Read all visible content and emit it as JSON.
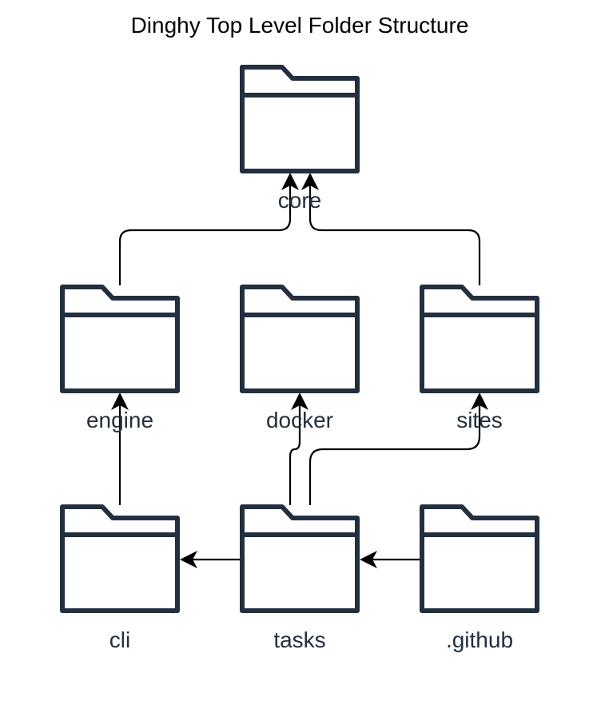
{
  "title": "Dinghy Top Level Folder Structure",
  "colors": {
    "folder_stroke": "#232f3e",
    "label": "#232f3e",
    "edge": "#000000",
    "background": "#ffffff"
  },
  "nodes": [
    {
      "id": "core",
      "label": "core",
      "icon": "folder-icon",
      "row": 0,
      "col": 1
    },
    {
      "id": "engine",
      "label": "engine",
      "icon": "folder-icon",
      "row": 1,
      "col": 0
    },
    {
      "id": "docker",
      "label": "docker",
      "icon": "folder-icon",
      "row": 1,
      "col": 1
    },
    {
      "id": "sites",
      "label": "sites",
      "icon": "folder-icon",
      "row": 1,
      "col": 2
    },
    {
      "id": "cli",
      "label": "cli",
      "icon": "folder-icon",
      "row": 2,
      "col": 0
    },
    {
      "id": "tasks",
      "label": "tasks",
      "icon": "folder-icon",
      "row": 2,
      "col": 1
    },
    {
      "id": "github",
      "label": ".github",
      "icon": "folder-icon",
      "row": 2,
      "col": 2
    }
  ],
  "edges": [
    {
      "from": "engine",
      "to": "core"
    },
    {
      "from": "sites",
      "to": "core"
    },
    {
      "from": "cli",
      "to": "engine"
    },
    {
      "from": "tasks",
      "to": "docker"
    },
    {
      "from": "tasks",
      "to": "sites"
    },
    {
      "from": "tasks",
      "to": "cli"
    },
    {
      "from": "github",
      "to": "tasks"
    }
  ]
}
